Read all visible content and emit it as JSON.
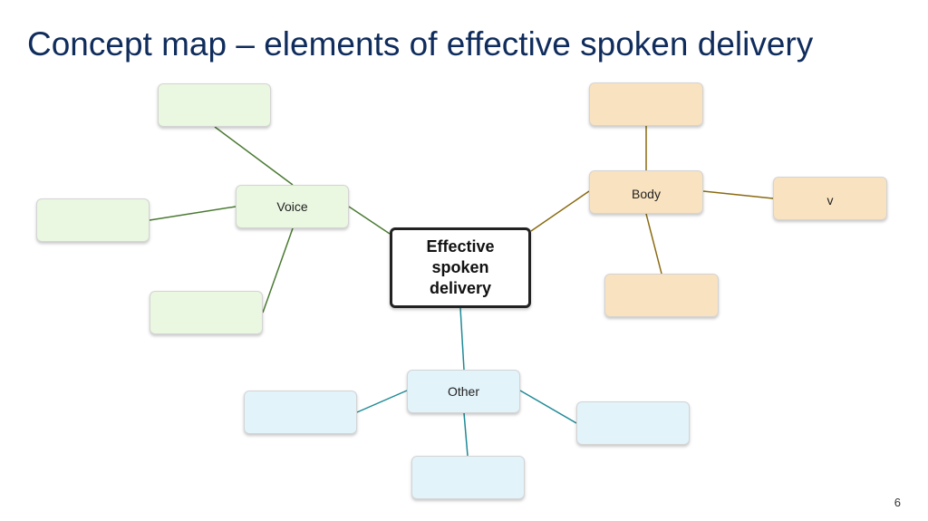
{
  "title": "Concept map – elements of effective spoken delivery",
  "center": {
    "label": "Effective spoken delivery"
  },
  "branches": {
    "voice": {
      "label": "Voice",
      "leaves": [
        "",
        "",
        ""
      ]
    },
    "body": {
      "label": "Body",
      "leaves": [
        "",
        "v",
        ""
      ]
    },
    "other": {
      "label": "Other",
      "leaves": [
        "",
        "",
        ""
      ]
    }
  },
  "page_number": "6",
  "colors": {
    "title": "#0f2c5c",
    "voice_fill": "#eaf7e1",
    "voice_line": "#4a7a32",
    "body_fill": "#f9e2bf",
    "body_line": "#8a6a10",
    "other_fill": "#e2f3fa",
    "other_line": "#1f8a96"
  }
}
